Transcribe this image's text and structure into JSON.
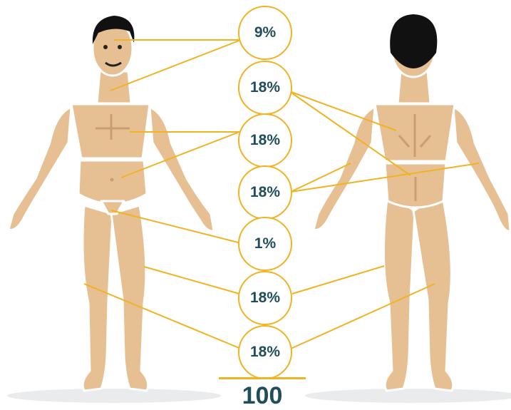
{
  "colors": {
    "accent": "#f0b322",
    "label_text": "#1f4e5a",
    "skin": "#e6bf93",
    "skin_shadow": "#c99e70",
    "hair": "#111111"
  },
  "percentages": [
    {
      "id": "head",
      "label": "9%"
    },
    {
      "id": "arms",
      "label": "18%"
    },
    {
      "id": "torso-front",
      "label": "18%"
    },
    {
      "id": "torso-back",
      "label": "18%"
    },
    {
      "id": "groin",
      "label": "1%"
    },
    {
      "id": "leg-right",
      "label": "18%"
    },
    {
      "id": "leg-left",
      "label": "18%"
    }
  ],
  "total": "100"
}
